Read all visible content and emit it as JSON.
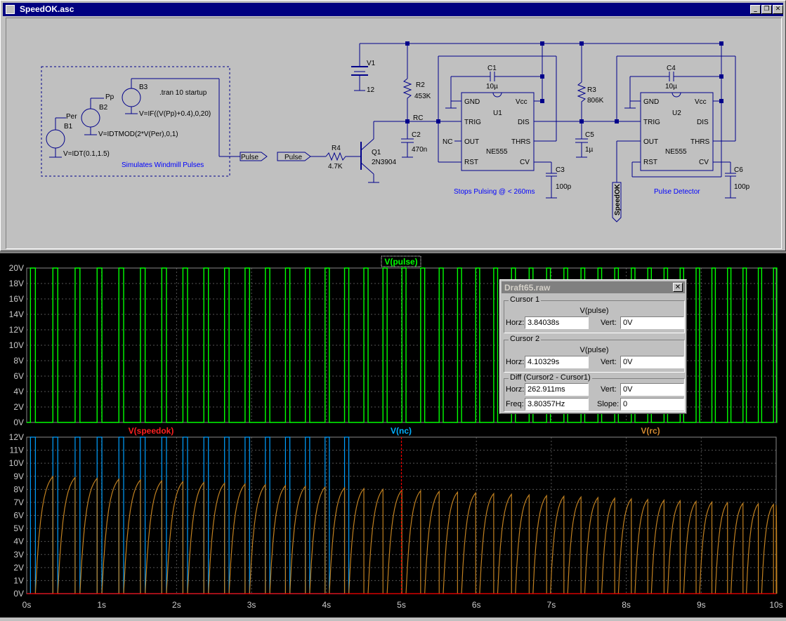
{
  "window": {
    "title": "SpeedOK.asc"
  },
  "schematic": {
    "box_label": "Simulates Windmill Pulses",
    "sources": [
      {
        "name": "B1",
        "node": "Per",
        "expr": "V=IDT(0.1,1.5)"
      },
      {
        "name": "B2",
        "node": "Pp",
        "expr": "V=IDTMOD(2*V(Per),0,1)"
      },
      {
        "name": "B3",
        "node": "",
        "expr": "V=IF((V(Pp)+0.4),0,20)"
      }
    ],
    "directive": ".tran 10 startup",
    "net_pulse": "Pulse",
    "net_rc": "RC",
    "net_speedok": "SpeedOK",
    "v1": {
      "name": "V1",
      "value": "12"
    },
    "r4": {
      "name": "R4",
      "value": "4.7K"
    },
    "q1": {
      "name": "Q1",
      "model": "2N3904"
    },
    "r2": {
      "name": "R2",
      "value": "453K"
    },
    "c2": {
      "name": "C2",
      "value": "470n"
    },
    "c1": {
      "name": "C1",
      "value": "10µ"
    },
    "c3": {
      "name": "C3",
      "value": "100p"
    },
    "r3": {
      "name": "R3",
      "value": "806K"
    },
    "c5": {
      "name": "C5",
      "value": "1µ"
    },
    "c4": {
      "name": "C4",
      "value": "10µ"
    },
    "c6": {
      "name": "C6",
      "value": "100p"
    },
    "nc": "NC",
    "u1": {
      "name": "U1",
      "model": "NE555",
      "caption": "Stops Pulsing @ < 260ms"
    },
    "u2": {
      "name": "U2",
      "model": "NE555",
      "caption": "Pulse Detector"
    },
    "pins": {
      "gnd": "GND",
      "vcc": "Vcc",
      "trig": "TRIG",
      "dis": "DIS",
      "out": "OUT",
      "thrs": "THRS",
      "rst": "RST",
      "cv": "CV"
    }
  },
  "plot": {
    "pane1_title": "V(pulse)",
    "pane1_yticks": [
      "20V",
      "18V",
      "16V",
      "14V",
      "12V",
      "10V",
      "8V",
      "6V",
      "4V",
      "2V",
      "0V"
    ],
    "pane2_traces": [
      "V(speedok)",
      "V(nc)",
      "V(rc)"
    ],
    "pane2_yticks": [
      "12V",
      "11V",
      "10V",
      "9V",
      "8V",
      "7V",
      "6V",
      "5V",
      "4V",
      "3V",
      "2V",
      "1V",
      "0V"
    ],
    "xticks": [
      "0s",
      "1s",
      "2s",
      "3s",
      "4s",
      "5s",
      "6s",
      "7s",
      "8s",
      "9s",
      "10s"
    ]
  },
  "chart_data": {
    "type": "line",
    "xlabel": "",
    "xlim": [
      0,
      10
    ],
    "panes": [
      {
        "title": "V(pulse)",
        "ylim": [
          0,
          20
        ],
        "series": [
          {
            "name": "V(pulse)",
            "color": "#00ff00",
            "shape": "pulse train",
            "high": 20,
            "low": 0,
            "period_first": 0.3,
            "period_last": 0.2
          }
        ]
      },
      {
        "ylim": [
          0,
          12
        ],
        "series": [
          {
            "name": "V(speedok)",
            "color": "#ff0000",
            "values_x": [
              0,
              5.0,
              10
            ],
            "values_y": [
              0,
              0,
              0
            ]
          },
          {
            "name": "V(nc)",
            "color": "#00a0ff",
            "high": 12,
            "low": 0,
            "active_until": 4.3
          },
          {
            "name": "V(rc)",
            "color": "#c08020",
            "shape": "sawtooth",
            "peak_first": 9,
            "peak_last": 6.8
          }
        ]
      }
    ]
  },
  "cursor_window": {
    "title": "Draft65.raw",
    "cursor1": {
      "legend": "Cursor 1",
      "trace": "V(pulse)",
      "horz_label": "Horz:",
      "horz": "3.84038s",
      "vert_label": "Vert:",
      "vert": "0V"
    },
    "cursor2": {
      "legend": "Cursor 2",
      "trace": "V(pulse)",
      "horz_label": "Horz:",
      "horz": "4.10329s",
      "vert_label": "Vert:",
      "vert": "0V"
    },
    "diff": {
      "legend": "Diff (Cursor2 - Cursor1)",
      "horz_label": "Horz:",
      "horz": "262.911ms",
      "vert_label": "Vert:",
      "vert": "0V",
      "freq_label": "Freq:",
      "freq": "3.80357Hz",
      "slope_label": "Slope:",
      "slope": "0"
    }
  }
}
